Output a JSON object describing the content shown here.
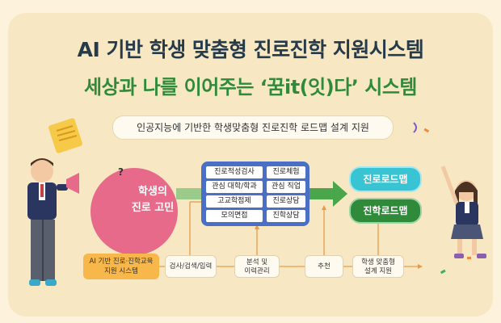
{
  "title": "AI 기반 학생 맞춤형 진로진학 지원시스템",
  "slogan": "세상과 나를 이어주는 ‘꿈it(잇)다’ 시스템",
  "subtitle": "인공지능에 기반한 학생맞춤형 진로진학 로드맵 설계 지원",
  "worry": {
    "label_line1": "학생의",
    "label_line2": "진로 고민",
    "mark": "?"
  },
  "services": [
    {
      "left": "진로적성검사",
      "right": "진로체험"
    },
    {
      "left": "관심 대학/학과",
      "right": "관심 직업"
    },
    {
      "left": "고교학점제",
      "right": "진로상담"
    },
    {
      "left": "모의면접",
      "right": "진학상담"
    }
  ],
  "outputs": {
    "career": "진로로드맵",
    "admission": "진학로드맵"
  },
  "system_box": {
    "line1": "AI 기반 진로·진학교육",
    "line2": "지원 시스템"
  },
  "steps": {
    "search": "검사/검색/입력",
    "analysis_line1": "분석 및",
    "analysis_line2": "이력관리",
    "recommend": "추천",
    "design_line1": "학생 맞춤형",
    "design_line2": "설계 지원"
  },
  "colors": {
    "title": "#263a4a",
    "slogan": "#2f8a3a",
    "worry": "#e86a8a",
    "panel": "#4b6fc7",
    "career": "#39c4d3",
    "admission": "#2f8a3a",
    "system": "#f7b74b"
  }
}
